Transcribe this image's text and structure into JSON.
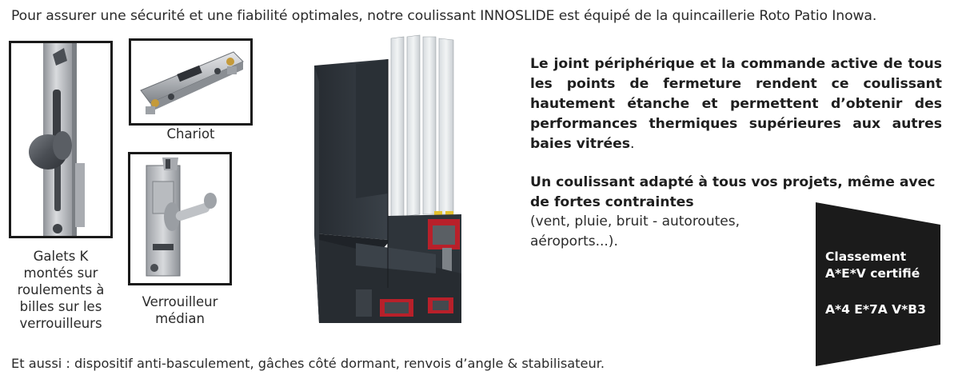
{
  "intro": "Pour assurer une sécurité et une fiabilité optimales, notre coulissant INNOSLIDE est équipé de la quincaillerie Roto Patio Inowa.",
  "hardware": {
    "chariot_caption": "Chariot",
    "galets_caption": [
      "Galets K",
      "montés sur",
      "roulements à",
      "billes sur les",
      "verrouilleurs"
    ],
    "verrou_caption": [
      "Verrouilleur",
      "médian"
    ]
  },
  "description": {
    "paragraph1_bold": "Le joint périphérique et la commande active de tous les points de fermeture rendent ce coulissant hautement étanche et permettent d’obtenir des performances thermiques supérieures aux autres baies vitrées",
    "paragraph1_end": ".",
    "paragraph2_title": "Un coulissant adapté à tous vos projets, même avec de fortes contraintes",
    "paragraph2_detail": "(vent, pluie, bruit - autoroutes, aéroports...)."
  },
  "badge": {
    "line1": "Classement",
    "line2": "A*E*V certifié",
    "line3": "A*4 E*7A V*B3"
  },
  "outro": "Et aussi : dispositif anti-basculement, gâches côté dormant, renvois d’angle & stabilisateur.",
  "colors": {
    "frame_border": "#1a1a1a",
    "profile_dark": "#2c3238",
    "gasket_red": "#b8202a",
    "badge_bg": "#1b1b1b"
  }
}
